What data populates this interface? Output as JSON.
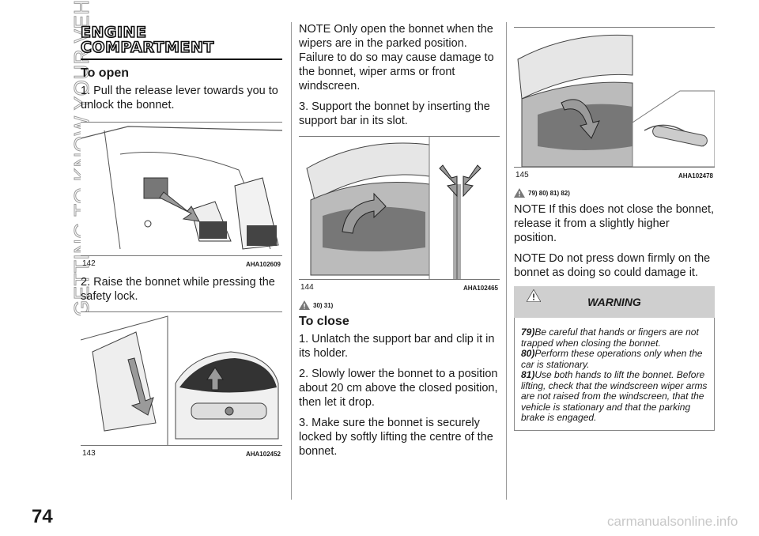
{
  "side_title": "GETTING TO KNOW YOUR VEHICLE",
  "page_number": "74",
  "watermark": "carmanualsonline.info",
  "col1": {
    "title_line1": "ENGINE",
    "title_line2": "COMPARTMENT",
    "subheading": "To open",
    "step1": "1. Pull the release lever towards you to unlock the bonnet.",
    "fig142": {
      "num": "142",
      "code": "AHA102609"
    },
    "step2": "2. Raise the bonnet while pressing the safety lock.",
    "fig143": {
      "num": "143",
      "code": "AHA102452"
    }
  },
  "col2": {
    "note1": "NOTE  Only open the bonnet when the wipers are in the parked position. Failure to do so may cause damage to the bonnet, wiper arms or front windscreen.",
    "step3": "3. Support the bonnet by inserting the support bar in its slot.",
    "fig144": {
      "num": "144",
      "code": "AHA102465"
    },
    "refs": "30) 31)",
    "subheading": "To close",
    "close1": "1. Unlatch the support bar and clip it in its holder.",
    "close2": "2. Slowly lower the bonnet to a position about 20 cm above the closed position, then let it drop.",
    "close3": "3. Make sure the bonnet is securely locked by softly lifting the centre of the bonnet."
  },
  "col3": {
    "fig145": {
      "num": "145",
      "code": "AHA102478"
    },
    "refs": "79) 80) 81) 82)",
    "note2": "NOTE  If this does not close the bonnet, release it from a slightly higher position.",
    "note3": "NOTE  Do not press down firmly on the bonnet as doing so could damage it.",
    "warning": {
      "heading": "WARNING",
      "items": [
        {
          "num": "79)",
          "text": "Be careful that hands or fingers are not trapped when closing the bonnet."
        },
        {
          "num": "80)",
          "text": "Perform these operations only when the car is stationary."
        },
        {
          "num": "81)",
          "text": "Use both hands to lift the bonnet. Before lifting, check that the windscreen wiper arms are not raised from the windscreen, that the vehicle is stationary and that the parking brake is engaged."
        }
      ]
    }
  },
  "colors": {
    "arrow_grey": "#9a9a9a",
    "warning_bg": "#cfcfcf"
  }
}
